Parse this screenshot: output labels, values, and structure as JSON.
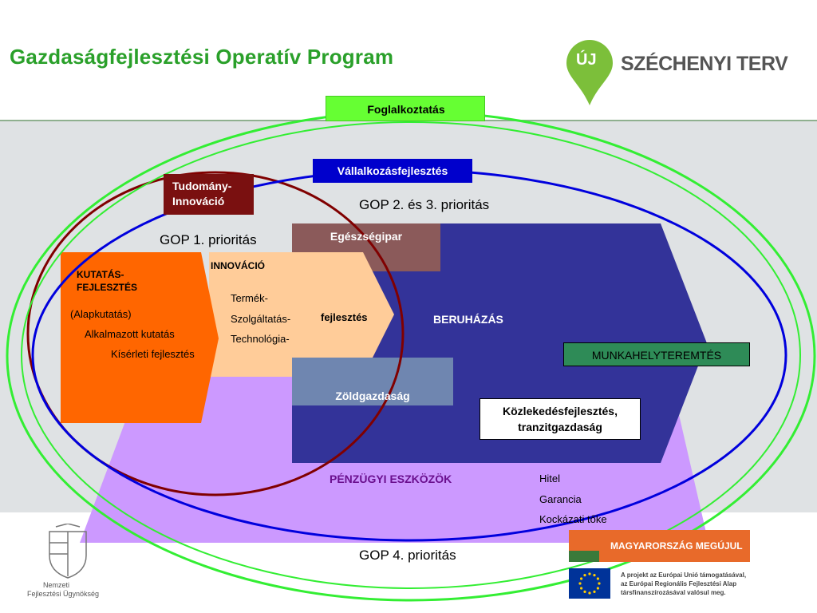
{
  "header": {
    "title": "Gazdaságfejlesztési Operatív Program",
    "logo_prefix": "ÚJ",
    "logo_text": "SZÉCHENYI TERV"
  },
  "labels": {
    "foglalkoztatas": "Foglalkoztatás",
    "vallalkozasfejlesztes": "Vállalkozásfejlesztés",
    "tudomany_line1": "Tudomány-",
    "tudomany_line2": "Innováció",
    "gop23": "GOP 2. és 3. prioritás",
    "gop1": "GOP 1. prioritás",
    "egeszsegipar": "Egészségipar",
    "innovacio": "INNOVÁCIÓ",
    "kf_line1": "KUTATÁS-",
    "kf_line2": "FEJLESZTÉS",
    "alapkutatas": "(Alapkutatás)",
    "alkalmazott": "Alkalmazott kutatás",
    "kiserleti": "Kísérleti fejlesztés",
    "termek": "Termék-",
    "szolgaltatas": "Szolgáltatás-",
    "technologia": "Technológia-",
    "fejlesztes": "fejlesztés",
    "beruhazas": "BERUHÁZÁS",
    "munkahely": "MUNKAHELYTEREMTÉS",
    "zoldgazdasag": "Zöldgazdaság",
    "kozlekedes_line1": "Közlekedésfejlesztés,",
    "kozlekedes_line2": "tranzitgazdaság",
    "penzugyi": "PÉNZÜGYI ESZKÖZÖK",
    "hitel": "Hitel",
    "garancia": "Garancia",
    "kockazati": "Kockázati tőke",
    "gop4": "GOP 4. prioritás"
  },
  "footer": {
    "nfu_line1": "Nemzeti",
    "nfu_line2": "Fejlesztési Ügynökség",
    "magyarorszag": "MAGYARORSZÁG MEGÚJUL",
    "eu_line1": "A projekt az Európai Unió támogatásával,",
    "eu_line2": "az Európai Regionális Fejlesztési Alap",
    "eu_line3": "társfinanszírozásával valósul meg."
  },
  "colors": {
    "title_green": "#2aa02a",
    "band_gray": "#dfe2e4",
    "navy": "#333399",
    "orange": "#ff6600",
    "peach": "#ffcc99",
    "lavender": "#cc99ff",
    "egeszseg": "#8b5a5a",
    "zold": "#6f86b0",
    "green_ring": "#33ee33",
    "blue_ring": "#0000dd",
    "dark_red_ring": "#800000",
    "munkahely_bg": "#2e8b57"
  }
}
